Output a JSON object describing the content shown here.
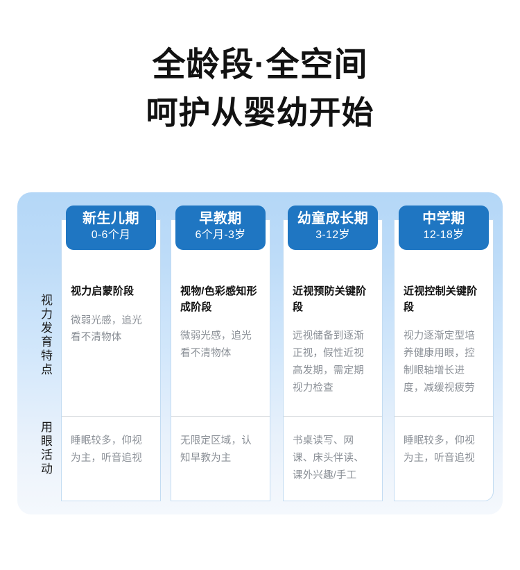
{
  "title": {
    "line1": "全龄段·全空间",
    "line2": "呵护从婴幼开始"
  },
  "colors": {
    "tab_blue": "#1f76c2",
    "panel_blue": "#b4d7f7",
    "card_border": "#c3dcf2",
    "heading_text": "#111111",
    "body_text": "#8a8f96"
  },
  "row_labels": [
    {
      "label": "视力发育特点"
    },
    {
      "label": "用眼活动"
    }
  ],
  "columns": [
    {
      "tab_title": "新生儿期",
      "tab_age": "0-6个月",
      "vision_heading": "视力启蒙阶段",
      "vision_body": "微弱光感，追光看不清物体",
      "activity_body": "睡眠较多，仰视为主，听音追视"
    },
    {
      "tab_title": "早教期",
      "tab_age": "6个月-3岁",
      "vision_heading": "视物/色彩感知形成阶段",
      "vision_body": "微弱光感，追光看不清物体",
      "activity_body": "无限定区域，认知早教为主"
    },
    {
      "tab_title": "幼童成长期",
      "tab_age": "3-12岁",
      "vision_heading": "近视预防关键阶段",
      "vision_body": "远视储备到逐渐正视，假性近视高发期，需定期视力检查",
      "activity_body": "书桌读写、网课、床头伴读、课外兴趣/手工"
    },
    {
      "tab_title": "中学期",
      "tab_age": "12-18岁",
      "vision_heading": "近视控制关键阶段",
      "vision_body": "视力逐渐定型培养健康用眼，控制眼轴增长进度，减缓视疲劳",
      "activity_body": "睡眠较多，仰视为主，听音追视"
    }
  ]
}
